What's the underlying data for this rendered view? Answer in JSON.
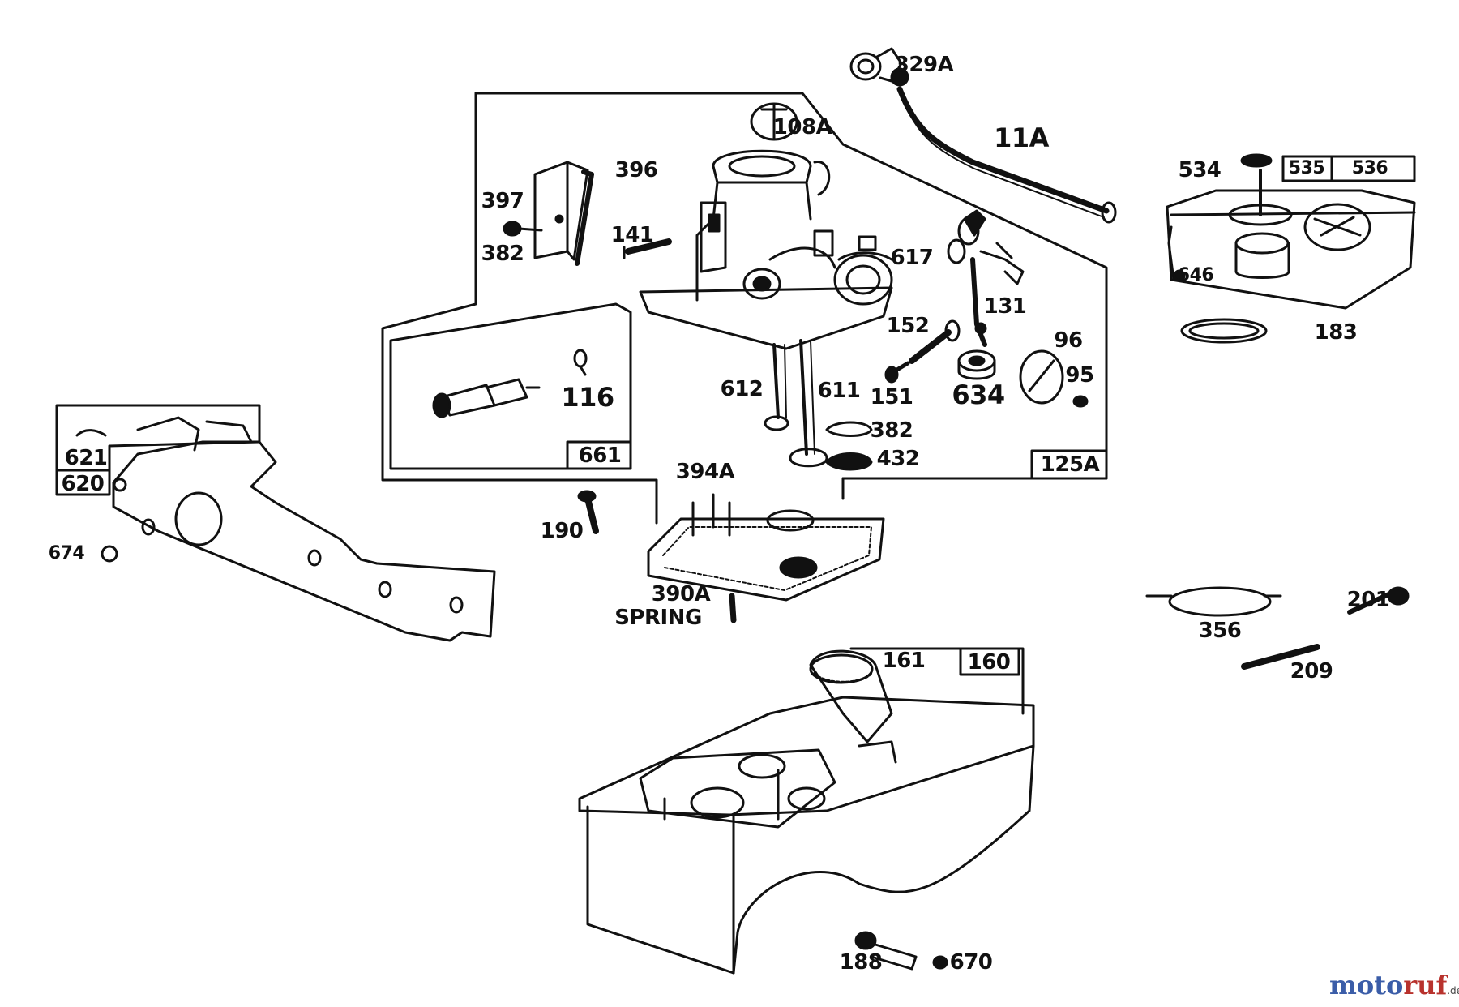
{
  "labels": {
    "l329a": "329A",
    "l11a": "11A",
    "l108a": "108A",
    "l396": "396",
    "l397": "397",
    "l382a": "382",
    "l141": "141",
    "l617": "617",
    "l131": "131",
    "l534": "534",
    "l535": "535",
    "l536": "536",
    "l646": "646",
    "l183": "183",
    "l116": "116",
    "l661": "661",
    "l152": "152",
    "l96": "96",
    "l95": "95",
    "l151": "151",
    "l634": "634",
    "l612": "612",
    "l611": "611",
    "l382b": "382",
    "l432": "432",
    "l125a": "125A",
    "l394a": "394A",
    "l190": "190",
    "l390a": "390A",
    "spring": "SPRING",
    "l621": "621",
    "l620": "620",
    "l674": "674",
    "l356": "356",
    "l201": "201",
    "l209": "209",
    "l161": "161",
    "l160": "160",
    "l188": "188",
    "l670": "670"
  },
  "watermark": {
    "brand_a": "moto",
    "brand_b": "ruf",
    "suffix": ".de"
  },
  "colors": {
    "ink": "#111111",
    "watermark_a": "#3b5da8",
    "watermark_b": "#b8322d",
    "watermark_c": "#444444"
  }
}
